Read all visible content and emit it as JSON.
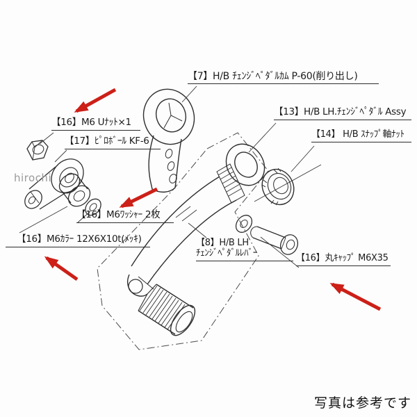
{
  "figure": {
    "caption": "写真は参考です",
    "watermark": "hirochi"
  },
  "labels": {
    "part7": "【7】H/B ﾁｪﾝｼﾞﾍﾟﾀﾞﾙｶﾑ P-60(削り出し)",
    "part13": "【13】H/B LH.ﾁｪﾝｼﾞﾍﾟﾀﾞﾙ Assy",
    "part14": "【14】 H/B ｽﾅｯﾌﾟ軸ﾅｯﾄ",
    "part16_unut": "【16】M6 Uﾅｯﾄ×1",
    "part17": "【17】ﾋﾟﾛﾎﾞｰﾙ KF-6",
    "part16_washer": "【16】M6ﾜｯｼｬｰ 2枚",
    "part16_collar": "【16】M6ｶﾗｰ 12X6X10t(ﾒｯｷ)",
    "part8_line1": "【8】H/B LH",
    "part8_line2": "ﾁｪﾝｼﾞﾍﾟﾀﾞﾙﾚﾊﾞｰ",
    "part16_cap": "【16】丸ｷｬｯﾌﾟ M6X35"
  },
  "drawing": {
    "parts": [
      "change-pedal-cam",
      "u-nut",
      "pillow-ball-rod-end",
      "collar",
      "washer",
      "change-pedal-lever-assy",
      "shaft-nut",
      "bolt-washer",
      "round-cap-bolt"
    ],
    "red_arrow_count": 4
  },
  "colors": {
    "arrow_red": "#cc2018",
    "line": "#2e2e2e",
    "watermark_gray": "#9a9a9a",
    "background": "#fdfdfd"
  }
}
